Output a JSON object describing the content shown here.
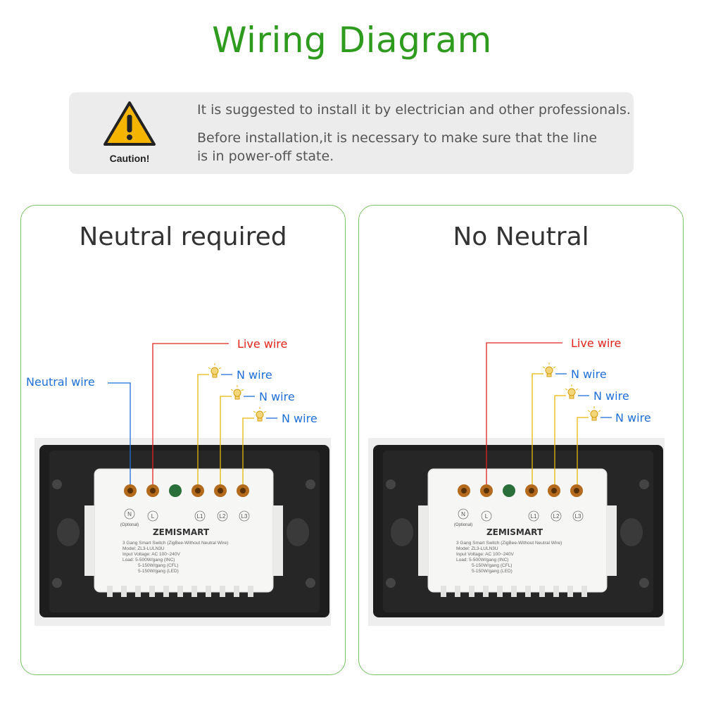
{
  "title": "Wiring Diagram",
  "caution": {
    "label": "Caution!",
    "line1": "It is suggested to install it by electrician and other professionals.",
    "line2": "Before installation,it is necessary to make sure that the line",
    "line3": "is in power-off state."
  },
  "colors": {
    "title_green": "#2e9b1e",
    "live_red": "#e0241c",
    "neutral_blue": "#1f6fd6",
    "load_yellow": "#e8b60c",
    "panel_border": "#7cc26a"
  },
  "panels": [
    {
      "title": "Neutral required",
      "neutral_label": "Neutral wire",
      "live_label": "Live wire",
      "n_wire_labels": [
        "N wire",
        "N wire",
        "N wire"
      ]
    },
    {
      "title": "No Neutral",
      "live_label": "Live wire",
      "n_wire_labels": [
        "N wire",
        "N wire",
        "N wire"
      ]
    }
  ],
  "device": {
    "brand": "ZEMISMART",
    "terminal_labels": [
      "N",
      "L",
      "L1",
      "L2",
      "L3"
    ],
    "optional_label": "(Optional)",
    "spec_lines": [
      "3 Gang Smart Switch (ZigBee-Without Neutral Wire)",
      "Model: ZL3-LULN3U",
      "Input Voltage: AC 100~240V",
      "Load: 5-500W/gang (INC)",
      "5-150W/gang (CFL)",
      "5-150W/gang (LED)"
    ]
  }
}
